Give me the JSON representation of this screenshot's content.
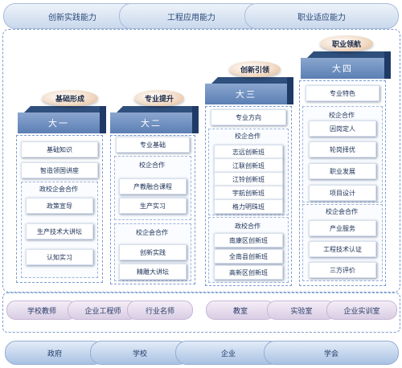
{
  "abilities": [
    "创新实践能力",
    "工程应用能力",
    "职业适应能力"
  ],
  "stages": [
    {
      "name": "大一",
      "label": "基础形成"
    },
    {
      "name": "大二",
      "label": "专业提升"
    },
    {
      "name": "大三",
      "label": "创新引领"
    },
    {
      "name": "大四",
      "label": "职业领航"
    }
  ],
  "col1": {
    "items": [
      "基础知识",
      "智造领国讲座"
    ],
    "section_title": "政校企会合作",
    "section_items": [
      "政策宣导",
      "生产技术大讲坛",
      "认知实习"
    ]
  },
  "col2": {
    "header": "专业基础",
    "section1_title": "校企合作",
    "section1_items": [
      "产教融合课程",
      "生产实习"
    ],
    "section2_title": "校企会合作",
    "section2_items": [
      "创新实践",
      "精雕大讲坛"
    ]
  },
  "col3": {
    "header": "专业方向",
    "section1_title": "校企合作",
    "section1_items": [
      "志远创新班",
      "江联创新班",
      "江铃创新班",
      "宇航创新班",
      "格力明珠班"
    ],
    "section2_title": "政校合作",
    "section2_items": [
      "南康区创新班",
      "全南县创新班",
      "高新区创新班"
    ]
  },
  "col4": {
    "header": "专业特色",
    "section1_title": "校企合作",
    "section1_items": [
      "因岗定人",
      "轮岗择优",
      "职业发展",
      "项目设计"
    ],
    "section2_title": "校企会合作",
    "section2_items": [
      "产业服务",
      "工程技术认证",
      "三方评价"
    ]
  },
  "resources_left": [
    "学校教师",
    "企业工程师",
    "行业名师"
  ],
  "resources_right": [
    "教室",
    "实验室",
    "企业实训室"
  ],
  "parties": [
    "政府",
    "学校",
    "企业",
    "学会"
  ]
}
